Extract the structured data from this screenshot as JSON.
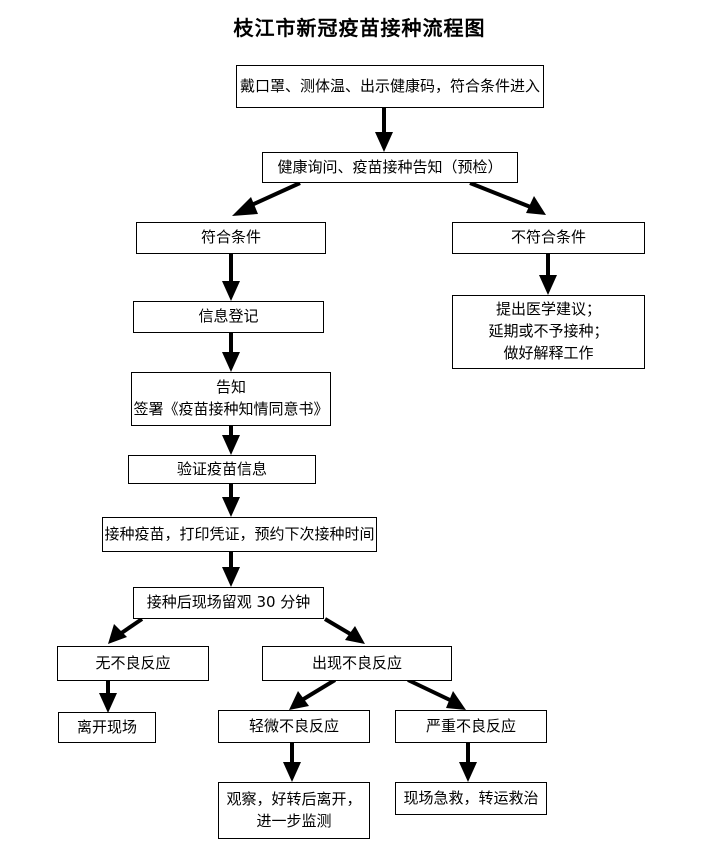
{
  "title": "枝江市新冠疫苗接种流程图",
  "nodes": {
    "entry": {
      "lines": [
        "戴口罩、测体温、出示健康码，符合条件进入"
      ]
    },
    "prescreen": {
      "lines": [
        "健康询问、疫苗接种告知（预检）"
      ]
    },
    "eligible": {
      "lines": [
        "符合条件"
      ]
    },
    "not_eligible": {
      "lines": [
        "不符合条件"
      ]
    },
    "medical_advice": {
      "lines": [
        "提出医学建议；",
        "延期或不予接种；",
        "做好解释工作"
      ]
    },
    "register": {
      "lines": [
        "信息登记"
      ]
    },
    "inform_consent": {
      "lines": [
        "告知",
        "签署《疫苗接种知情同意书》"
      ]
    },
    "verify_vaccine": {
      "lines": [
        "验证疫苗信息"
      ]
    },
    "vaccinate": {
      "lines": [
        "接种疫苗，打印凭证，预约下次接种时间"
      ]
    },
    "observe_30": {
      "lines": [
        "接种后现场留观 30 分钟"
      ]
    },
    "no_reaction": {
      "lines": [
        "无不良反应"
      ]
    },
    "has_reaction": {
      "lines": [
        "出现不良反应"
      ]
    },
    "leave_site": {
      "lines": [
        "离开现场"
      ]
    },
    "mild_reaction": {
      "lines": [
        "轻微不良反应"
      ]
    },
    "severe_reaction": {
      "lines": [
        "严重不良反应"
      ]
    },
    "observe_improve": {
      "lines": [
        "观察，好转后离开，",
        "进一步监测"
      ]
    },
    "emergency": {
      "lines": [
        "现场急救，转运救治"
      ]
    }
  },
  "colors": {
    "background": "#ffffff",
    "stroke": "#000000",
    "text": "#000000"
  }
}
